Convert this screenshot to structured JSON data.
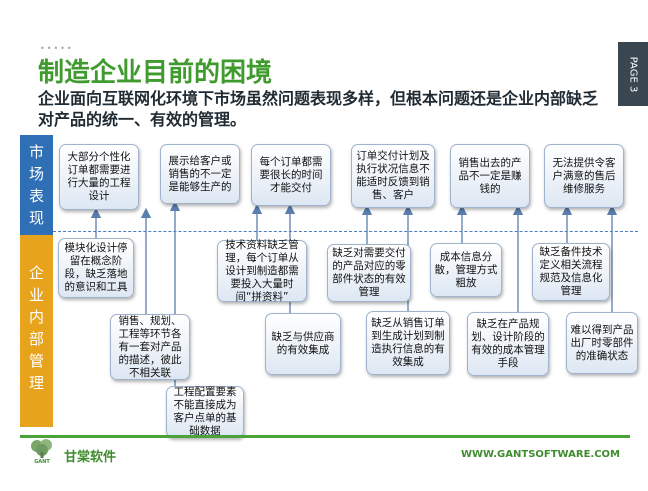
{
  "header": {
    "dots": "•••••",
    "title": "制造企业目前的困境",
    "subtitle": "企业面向互联网化环境下市场虽然问题表现多样，但根本问题还是企业内部缺乏对产品的统一、有效的管理。",
    "page_tag": "PAGE 3"
  },
  "bands": {
    "market": "市场表现",
    "internal": "企业内部管理"
  },
  "market_boxes": [
    "大部分个性化订单都需要进行大量的工程设计",
    "展示给客户或销售的不一定是能够生产的",
    "每个订单都需要很长的时间才能交付",
    "订单交付计划及执行状况信息不能适时反馈到销售、客户",
    "销售出去的产品不一定是赚钱的",
    "无法提供令客户满意的售后维修服务"
  ],
  "internal_boxes": [
    "模块化设计停留在概念阶段，缺乏落地的意识和工具",
    "销售、规划、工程等环节各有一套对产品的描述，彼此不相关联",
    "工程配置要素不能直接成为客户点单的基础数据",
    "技术资料缺乏管理，每个订单从设计到制造都需要投入大量时间“拼资料”",
    "缺乏与供应商的有效集成",
    "缺乏对需要交付的产品对应的零部件状态的有效管理",
    "缺乏从销售订单到生成计划到制造执行信息的有效集成",
    "成本信息分散，管理方式粗放",
    "缺乏在产品规划、设计阶段的有效的成本管理手段",
    "缺乏备件技术定义相关流程规范及信息化管理",
    "难以得到产品出厂时零部件的准确状态"
  ],
  "footer": {
    "brand": "甘棠软件",
    "logo_text": "GANT",
    "url": "WWW.GANTSOFTWARE.COM"
  },
  "colors": {
    "title_green": "#3f9b2e",
    "market_blue": "#2f6fb5",
    "internal_orange": "#e8a31c"
  }
}
